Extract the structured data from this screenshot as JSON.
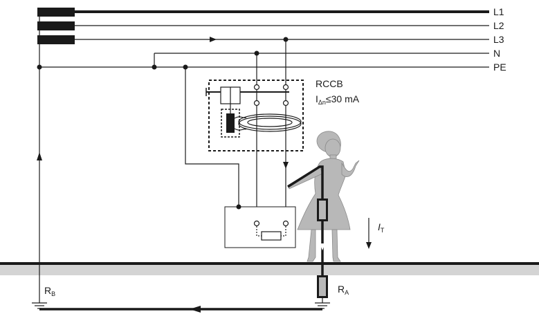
{
  "lines": [
    {
      "label": "L1"
    },
    {
      "label": "L2"
    },
    {
      "label": "L3"
    },
    {
      "label": "N"
    },
    {
      "label": "PE"
    }
  ],
  "device": {
    "name": "RCCB",
    "rating_symbol": "I",
    "rating_subscript": "Δn",
    "rating_value": "≤30 mA"
  },
  "current": {
    "symbol": "I",
    "subscript": "T"
  },
  "resistors": {
    "rb": {
      "symbol": "R",
      "subscript": "B"
    },
    "ra": {
      "symbol": "R",
      "subscript": "A"
    }
  },
  "colors": {
    "line": "#1a1a1a",
    "ground_fill": "#d4d4d4",
    "person_fill": "#b8b8b8",
    "background": "#ffffff"
  }
}
